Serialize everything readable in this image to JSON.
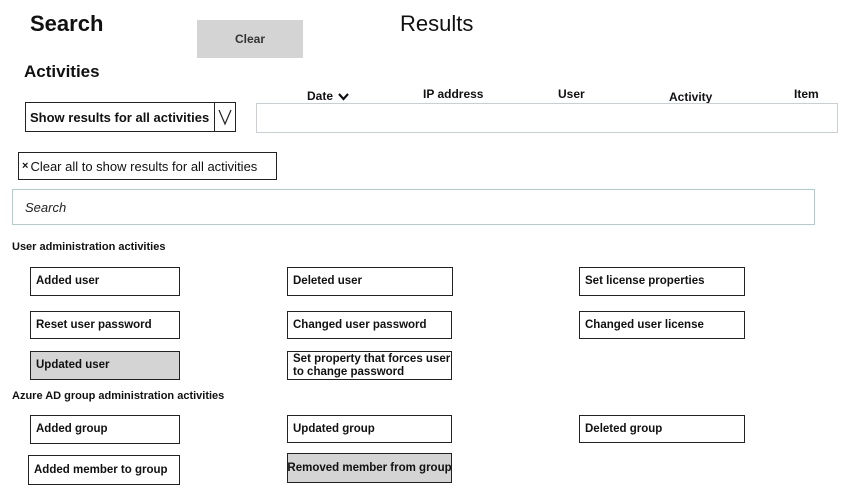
{
  "header": {
    "search_title": "Search",
    "clear_label": "Clear",
    "results_title": "Results",
    "activities_title": "Activities"
  },
  "activities_dropdown": {
    "selected": "Show results for all activities"
  },
  "results": {
    "columns": [
      "Date",
      "IP address",
      "User",
      "Activity",
      "Item"
    ],
    "sort_column": "Date"
  },
  "clear_all": {
    "label": "Clear all to show results for all activities"
  },
  "search": {
    "placeholder": "Search"
  },
  "sections": [
    {
      "title": "User administration activities",
      "items": [
        {
          "label": "Added user",
          "selected": false
        },
        {
          "label": "Deleted user",
          "selected": false
        },
        {
          "label": "Set license properties",
          "selected": false
        },
        {
          "label": "Reset user password",
          "selected": false
        },
        {
          "label": "Changed user password",
          "selected": false
        },
        {
          "label": "Changed user license",
          "selected": false
        },
        {
          "label": "Updated user",
          "selected": true
        },
        {
          "label": "Set property that forces user to change password",
          "selected": false
        }
      ]
    },
    {
      "title": "Azure AD group administration activities",
      "items": [
        {
          "label": "Added group",
          "selected": false
        },
        {
          "label": "Updated group",
          "selected": false
        },
        {
          "label": "Deleted group",
          "selected": false
        },
        {
          "label": "Added member to group",
          "selected": false
        },
        {
          "label": "Removed member from group",
          "selected": true
        }
      ]
    }
  ],
  "colors": {
    "selected_fill": "#d4d4d4",
    "search_border": "#a9cfcf",
    "results_border": "#c8cfd6"
  },
  "icons": {
    "sort": "chevron-down-icon",
    "dropdown": "chevron-down-icon",
    "clear_all": "close-icon"
  }
}
